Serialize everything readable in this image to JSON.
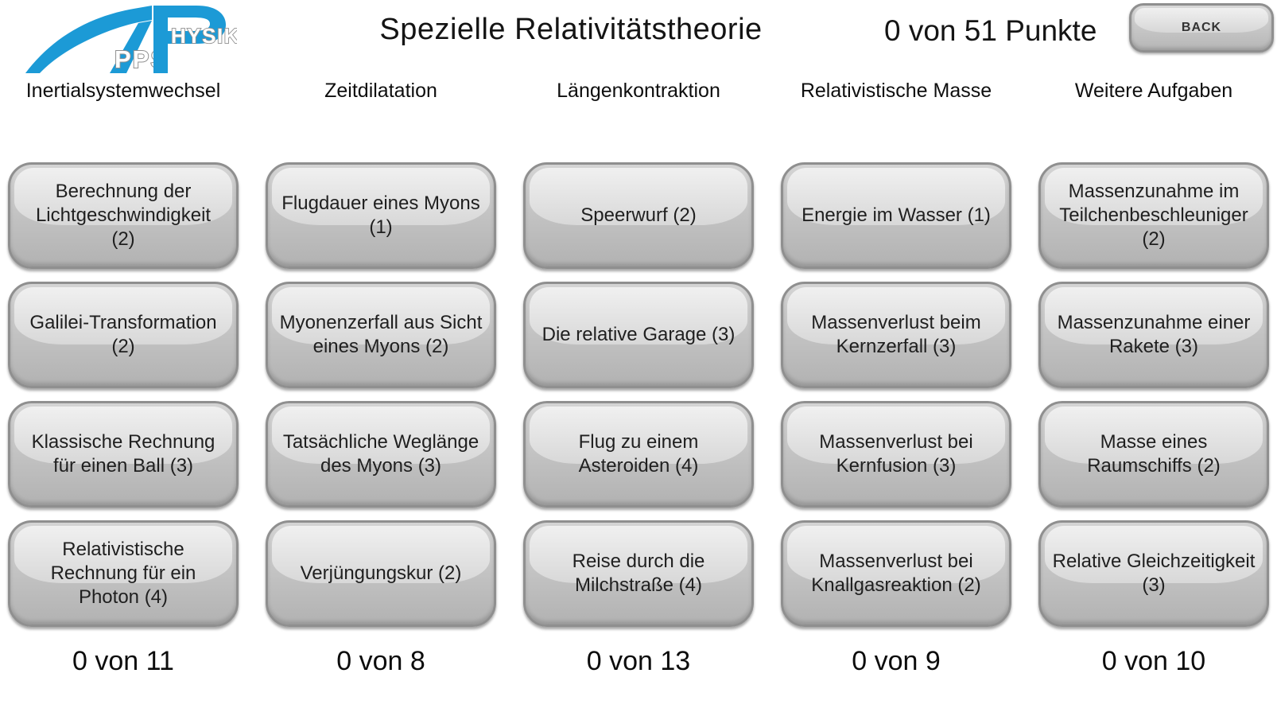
{
  "header": {
    "title": "Spezielle Relativitätstheorie",
    "points": "0 von 51 Punkte",
    "back_label": "BACK",
    "logo": {
      "apps_text": "PPS",
      "physik_text": "HYSIK",
      "brand_blue": "#1c9ad6",
      "outline_gray": "#8f8f8f"
    }
  },
  "columns": [
    {
      "header": "Inertialsystemwechsel",
      "score": "0 von 11",
      "exercises": [
        "Berechnung der Lichtgeschwindigkeit (2)",
        "Galilei-Transformation (2)",
        "Klassische Rechnung für einen Ball (3)",
        "Relativistische Rechnung für ein Photon (4)"
      ]
    },
    {
      "header": "Zeitdilatation",
      "score": "0 von 8",
      "exercises": [
        "Flugdauer eines Myons (1)",
        "Myonenzerfall aus Sicht eines Myons (2)",
        "Tatsächliche Weglänge des Myons (3)",
        "Verjüngungskur (2)"
      ]
    },
    {
      "header": "Längenkontraktion",
      "score": "0 von 13",
      "exercises": [
        "Speerwurf (2)",
        "Die relative Garage (3)",
        "Flug zu einem Asteroiden (4)",
        "Reise durch die Milchstraße (4)"
      ]
    },
    {
      "header": "Relativistische Masse",
      "score": "0 von 9",
      "exercises": [
        "Energie im Wasser (1)",
        "Massenverlust beim Kernzerfall (3)",
        "Massenverlust bei Kernfusion (3)",
        "Massenverlust bei Knallgasreaktion  (2)"
      ]
    },
    {
      "header": "Weitere Aufgaben",
      "score": "0 von 10",
      "exercises": [
        "Massenzunahme im Teilchenbeschleuniger (2)",
        "Massenzunahme einer Rakete (3)",
        "Masse eines Raumschiffs (2)",
        "Relative Gleichzeitigkeit (3)"
      ]
    }
  ]
}
